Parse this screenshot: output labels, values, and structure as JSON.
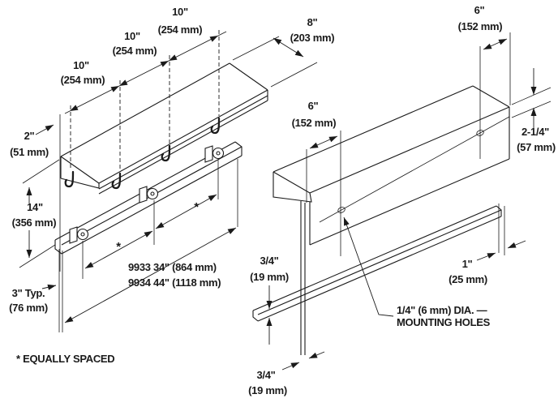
{
  "colors": {
    "line": "#1a1a1a",
    "background": "#ffffff"
  },
  "left_view": {
    "dim_10_1": {
      "in": "10\"",
      "mm": "(254 mm)"
    },
    "dim_10_2": {
      "in": "10\"",
      "mm": "(254 mm)"
    },
    "dim_10_3": {
      "in": "10\"",
      "mm": "(254 mm)"
    },
    "dim_8": {
      "in": "8\"",
      "mm": "(203 mm)"
    },
    "dim_2": {
      "in": "2\"",
      "mm": "(51 mm)"
    },
    "dim_14": {
      "in": "14\"",
      "mm": "(356 mm)"
    },
    "dim_3_typ": {
      "in": "3\" Typ.",
      "mm": "(76 mm)"
    },
    "length_line1": "9933  34\" (864 mm)",
    "length_line2": "9934  44\" (1118 mm)",
    "spacing_star": "*",
    "footnote": "* EQUALLY SPACED"
  },
  "right_view": {
    "dim_6_left": {
      "in": "6\"",
      "mm": "(152 mm)"
    },
    "dim_6_right": {
      "in": "6\"",
      "mm": "(152 mm)"
    },
    "dim_2_quarter": {
      "in": "2-1/4\"",
      "mm": "(57 mm)"
    },
    "dim_3_4_top": {
      "in": "3/4\"",
      "mm": "(19 mm)"
    },
    "dim_3_4_bottom": {
      "in": "3/4\"",
      "mm": "(19 mm)"
    },
    "dim_1": {
      "in": "1\"",
      "mm": "(25 mm)"
    },
    "holes_note_line1": "1/4\" (6 mm) DIA. —",
    "holes_note_line2": "MOUNTING HOLES"
  }
}
